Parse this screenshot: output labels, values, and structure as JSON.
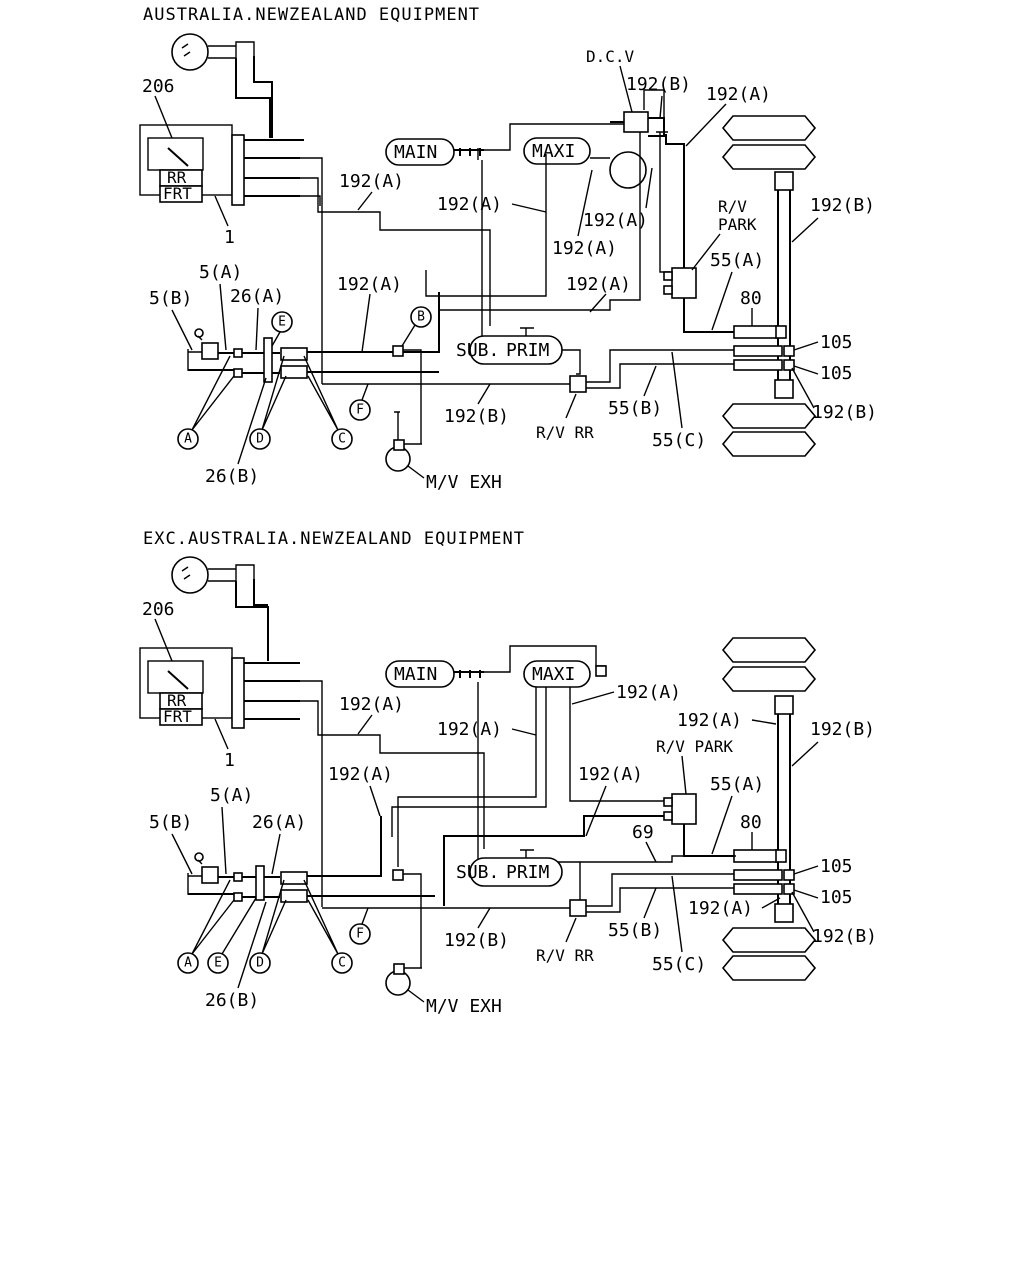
{
  "diagrams": [
    {
      "title": "AUSTRALIA.NEWZEALAND EQUIPMENT",
      "labels": {
        "gauge_ref": "206",
        "valve_rr": "RR",
        "valve_frt": "FRT",
        "valve_ref": "1",
        "dcv": "D.C.V",
        "main_tank": "MAIN",
        "maxi_tank": "MAXI",
        "sub_prim_a": "SUB.",
        "sub_prim_b": "PRIM",
        "rv_park_a": "R/V",
        "rv_park_b": "PARK",
        "rv_rr": "R/V RR",
        "mv_exh": "M/V EXH",
        "l_192a_1": "192(A)",
        "l_192a_2": "192(A)",
        "l_192a_3": "192(A)",
        "l_192a_4": "192(A)",
        "l_192a_5": "192(A)",
        "l_192a_6": "192(A)",
        "l_192a_7": "192(A)",
        "l_192b_1": "192(B)",
        "l_192b_2": "192(B)",
        "l_192b_3": "192(B)",
        "l_192b_4": "192(B)",
        "l_5a": "5(A)",
        "l_5b": "5(B)",
        "l_26a": "26(A)",
        "l_26b": "26(B)",
        "l_55a": "55(A)",
        "l_55b": "55(B)",
        "l_55c": "55(C)",
        "l_80": "80",
        "l_105_1": "105",
        "l_105_2": "105",
        "c_a": "A",
        "c_b": "B",
        "c_c": "C",
        "c_d": "D",
        "c_e": "E",
        "c_f": "F"
      }
    },
    {
      "title": "EXC.AUSTRALIA.NEWZEALAND EQUIPMENT",
      "labels": {
        "gauge_ref": "206",
        "valve_rr": "RR",
        "valve_frt": "FRT",
        "valve_ref": "1",
        "main_tank": "MAIN",
        "maxi_tank": "MAXI",
        "sub_prim_a": "SUB.",
        "sub_prim_b": "PRIM",
        "rv_park": "R/V PARK",
        "rv_rr": "R/V RR",
        "mv_exh": "M/V EXH",
        "l_192a_1": "192(A)",
        "l_192a_2": "192(A)",
        "l_192a_3": "192(A)",
        "l_192a_4": "192(A)",
        "l_192a_5": "192(A)",
        "l_192a_6": "192(A)",
        "l_192a_7": "192(A)",
        "l_192b_1": "192(B)",
        "l_192b_2": "192(B)",
        "l_5a": "5(A)",
        "l_5b": "5(B)",
        "l_26a": "26(A)",
        "l_26b": "26(B)",
        "l_55a": "55(A)",
        "l_55b": "55(B)",
        "l_55c": "55(C)",
        "l_69": "69",
        "l_80": "80",
        "l_105_1": "105",
        "l_105_2": "105",
        "c_a": "A",
        "c_c": "C",
        "c_d": "D",
        "c_e": "E",
        "c_f": "F"
      }
    }
  ]
}
